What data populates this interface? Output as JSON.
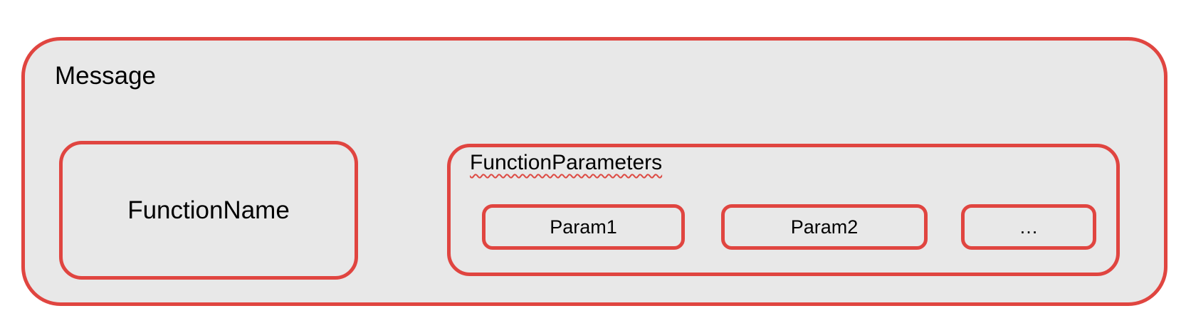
{
  "colors": {
    "border_red": "#e04540",
    "box_fill": "#e8e8e8",
    "squiggle_red": "#dd4b44",
    "text": "#000000",
    "page_background": "#ffffff"
  },
  "diagram": {
    "message": {
      "label": "Message"
    },
    "function_name": {
      "label": "FunctionName"
    },
    "function_parameters": {
      "label": "FunctionParameters",
      "label_has_squiggly_underline": true,
      "params": [
        {
          "label": "Param1"
        },
        {
          "label": "Param2"
        },
        {
          "label": "…"
        }
      ]
    }
  }
}
